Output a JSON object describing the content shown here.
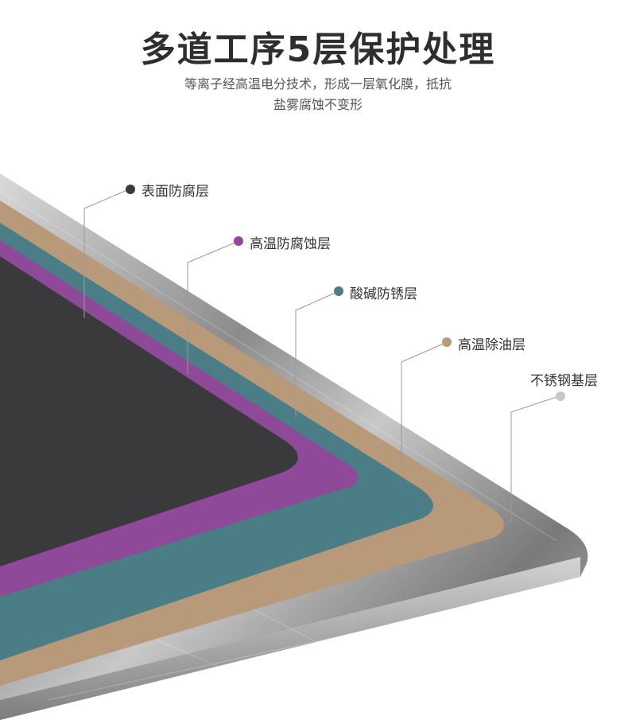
{
  "title": "多道工序5层保护处理",
  "subtitle_line1": "等离子经高温电分技术，形成一层氧化膜，抵抗",
  "subtitle_line2": "盐雾腐蚀不变形",
  "layers": [
    {
      "label": "表面防腐层",
      "color": "#3a3a3c"
    },
    {
      "label": "高温防腐蚀层",
      "color": "#8e4a98"
    },
    {
      "label": "酸碱防锈层",
      "color": "#4a7d86"
    },
    {
      "label": "高温除油层",
      "color": "#b89a7a"
    },
    {
      "label": "不锈钢基层",
      "color": "#b5b5b5"
    }
  ]
}
